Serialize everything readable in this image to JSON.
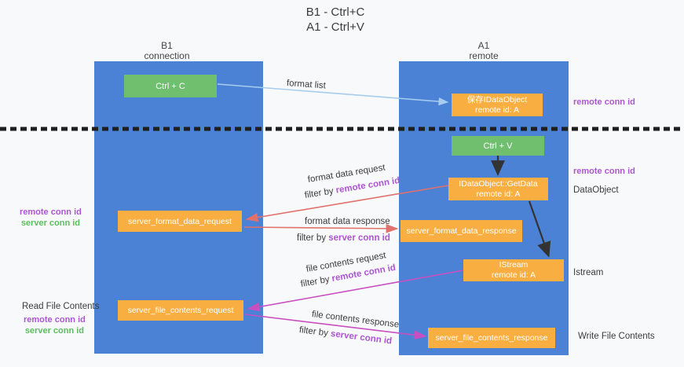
{
  "title": {
    "line1": "B1 - Ctrl+C",
    "line2": "A1 - Ctrl+V"
  },
  "lanes": {
    "left": {
      "title": "B1",
      "subtitle": "connection"
    },
    "right": {
      "title": "A1",
      "subtitle": "remote"
    }
  },
  "boxes": {
    "ctrl_c": {
      "label": "Ctrl + C"
    },
    "ctrl_v": {
      "label": "Ctrl + V"
    },
    "save_dataobject": {
      "line1": "保存IDataObject",
      "line2": "remote id: A"
    },
    "getdata": {
      "line1": "IDataObject::GetData",
      "line2": "remote id: A"
    },
    "istream": {
      "line1": "IStream",
      "line2": "remote id: A"
    },
    "format_request": {
      "label": "server_format_data_request"
    },
    "format_response": {
      "label": "server_format_data_response"
    },
    "file_request": {
      "label": "server_file_contents_request"
    },
    "file_response": {
      "label": "server_file_contents_response"
    }
  },
  "edge_labels": {
    "format_list": "format list",
    "format_request": {
      "text": "format data request",
      "filter_prefix": "filter by ",
      "filter_key": "remote conn id"
    },
    "format_response": {
      "text": "format data response",
      "filter_prefix": "filter by ",
      "filter_key": "server conn id"
    },
    "file_request": {
      "text": "file contents request",
      "filter_prefix": "filter by ",
      "filter_key": "remote conn id"
    },
    "file_response": {
      "text": "file contents response",
      "filter_prefix": "filter by ",
      "filter_key": "server conn id"
    }
  },
  "annotations": {
    "remote_conn_id_top": "remote conn id",
    "remote_conn_id_mid": "remote conn id",
    "dataobject": "DataObject",
    "istream": "Istream",
    "write_file_contents": "Write File Contents",
    "read_file_contents": "Read File Contents",
    "left_format": {
      "remote": "remote conn id",
      "server": "server conn id"
    },
    "left_file": {
      "remote": "remote conn id",
      "server": "server conn id"
    }
  },
  "colors": {
    "lane_blue": "#4b82d6",
    "box_orange": "#f9ae42",
    "box_green": "#70bf6e",
    "arrow_red": "#e0716b",
    "arrow_magenta": "#c94fc0",
    "arrow_blue": "#a6cdee",
    "text_purple": "#ae55d4",
    "text_green": "#5cbd60"
  }
}
